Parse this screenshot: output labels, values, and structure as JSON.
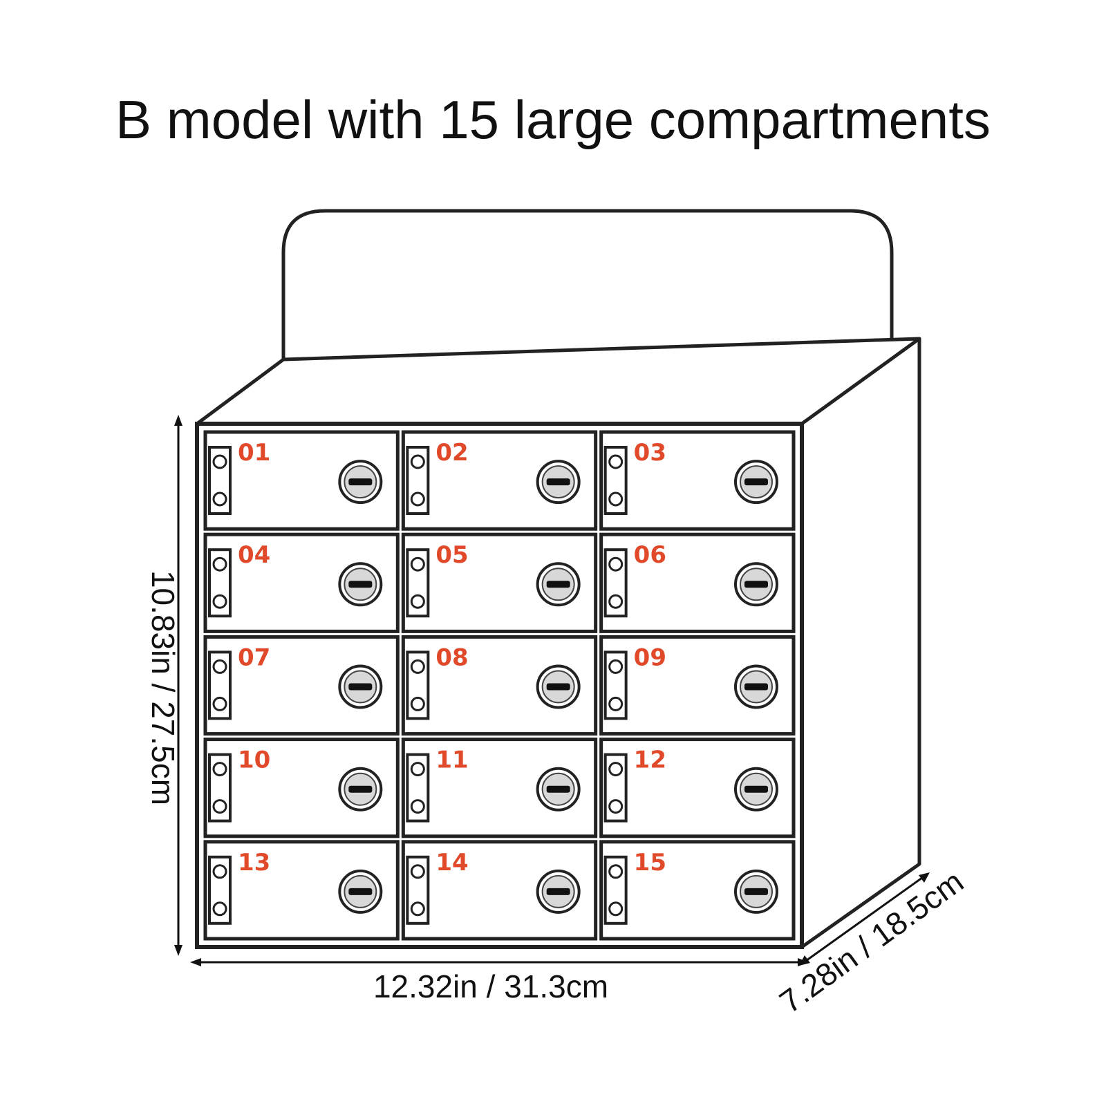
{
  "title": "B model with 15 large compartments",
  "dimensions": {
    "height": "10.83in / 27.5cm",
    "width": "12.32in / 31.3cm",
    "depth": "7.28in / 18.5cm"
  },
  "compartments": [
    "01",
    "02",
    "03",
    "04",
    "05",
    "06",
    "07",
    "08",
    "09",
    "10",
    "11",
    "12",
    "13",
    "14",
    "15"
  ],
  "layout": {
    "columns": 3,
    "rows": 5
  },
  "colors": {
    "number": "#e04a2a",
    "line": "#222222",
    "lock_face": "#d8d8d8"
  },
  "icons": {
    "hinge": "hinge-icon",
    "lock": "key-lock-icon"
  }
}
